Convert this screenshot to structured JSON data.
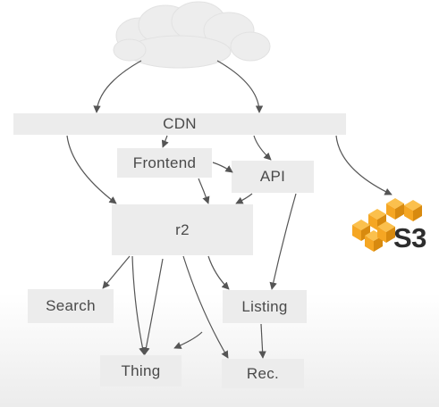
{
  "nodes": {
    "cdn": "CDN",
    "frontend": "Frontend",
    "api": "API",
    "r2": "r2",
    "search": "Search",
    "listing": "Listing",
    "thing": "Thing",
    "rec": "Rec."
  },
  "s3": {
    "label": "S3",
    "color": "#f5a623",
    "color_dark": "#d88a0f"
  },
  "colors": {
    "box_fill": "#ececec",
    "arrow": "#555555",
    "cloud": "#eeeeee"
  }
}
